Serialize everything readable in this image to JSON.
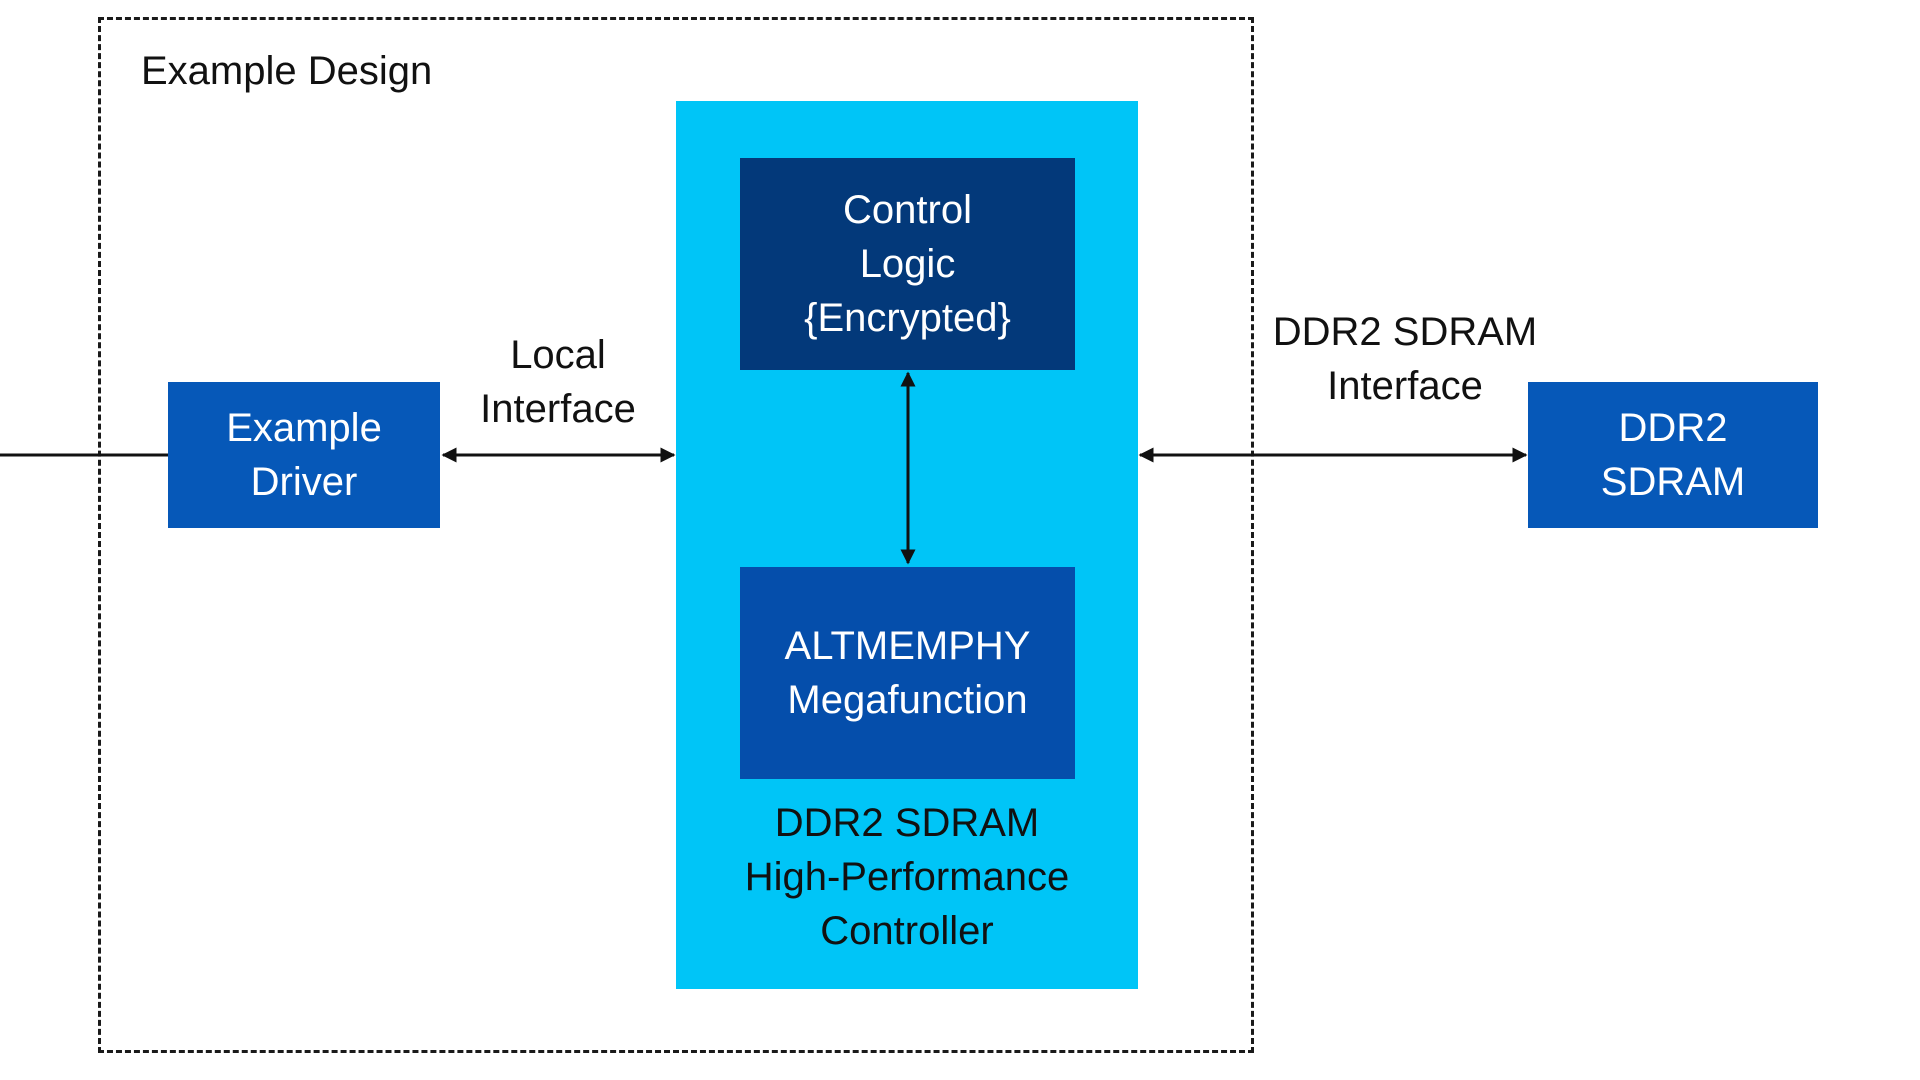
{
  "design": {
    "title": "Example Design"
  },
  "blocks": {
    "example_driver": [
      "Example",
      "Driver"
    ],
    "control_logic": [
      "Control",
      "Logic",
      "{Encrypted}"
    ],
    "altmemphy": [
      "ALTMEMPHY",
      "Megafunction"
    ],
    "controller": [
      "DDR2 SDRAM",
      "High-Performance",
      "Controller"
    ],
    "ddr2_sdram": [
      "DDR2",
      "SDRAM"
    ]
  },
  "interfaces": {
    "local": [
      "Local",
      "Interface"
    ],
    "ddr2": [
      "DDR2 SDRAM",
      "Interface"
    ]
  },
  "colors": {
    "controller_bg": "#00c5f7",
    "control_logic_bg": "#03397a",
    "altmemphy_bg": "#054eab",
    "block_bg": "#0658b8",
    "line": "#111111"
  }
}
